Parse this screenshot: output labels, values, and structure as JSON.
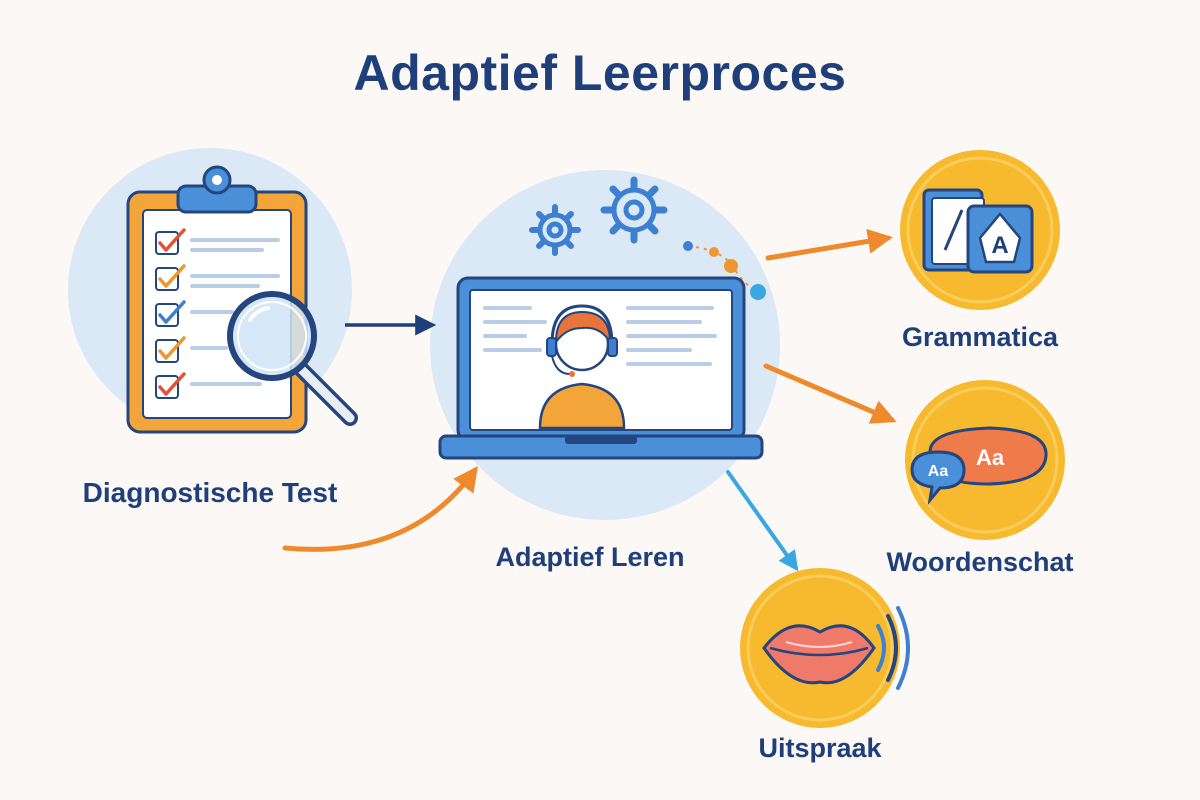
{
  "title": "Adaptief Leerproces",
  "nodes": {
    "diagnostic": {
      "label": "Diagnostische Test",
      "icon": "clipboard-checklist-magnifier-icon"
    },
    "adaptive": {
      "label": "Adaptief Leren",
      "icon": "laptop-tutor-gears-icon"
    },
    "grammar": {
      "label": "Grammatica",
      "icon": "grammar-book-icon",
      "tile_letter": "A"
    },
    "vocabulary": {
      "label": "Woordenschat",
      "icon": "speech-bubbles-icon",
      "bubble_left": "Aa",
      "bubble_right": "Aa"
    },
    "pronunciation": {
      "label": "Uitspraak",
      "icon": "lips-sound-waves-icon"
    }
  },
  "colors": {
    "title": "#1f3f7a",
    "accent_orange": "#f0962e",
    "accent_blue": "#3d7fd0",
    "halo_blue": "#dbe8f5",
    "circle_yellow": "#f7b92d"
  }
}
